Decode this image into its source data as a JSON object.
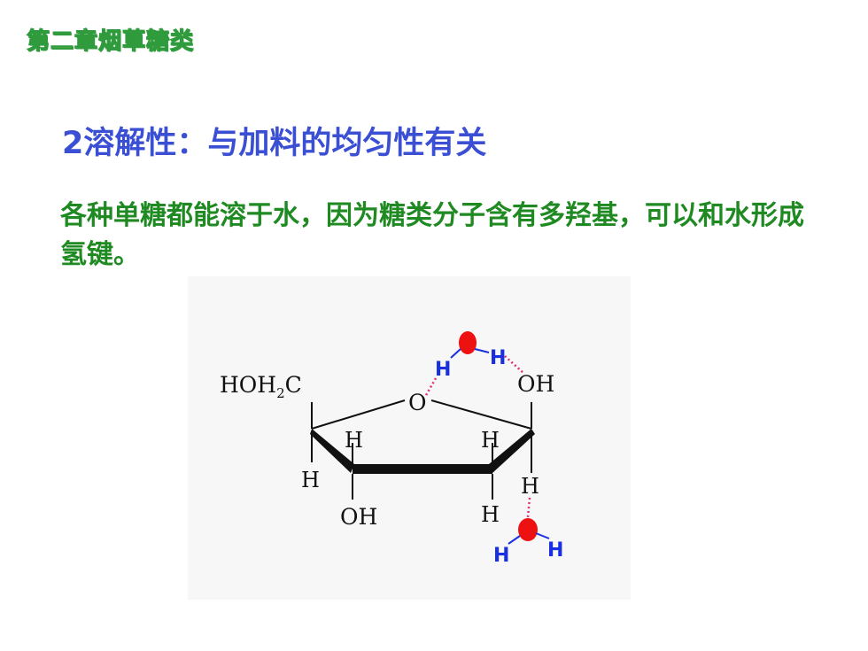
{
  "chapter_title": "第二章烟草糖类",
  "heading": "2溶解性：与加料的均匀性有关",
  "body": "各种单糖都能溶于水，因为糖类分子含有多羟基，可以和水形成氢键。",
  "figure": {
    "labels": {
      "hoh2c_hoh": "HOH",
      "hoh2c_sub": "2",
      "hoh2c_c": "C",
      "ring_o": "O",
      "oh_top": "OH",
      "oh_bottom": "OH",
      "h_left_inner": "H",
      "h_right_inner": "H",
      "h_left_outer": "H",
      "h_right_outer": "H",
      "h_bottom_right": "H"
    },
    "water_top": {
      "h_left": "H",
      "h_right": "H"
    },
    "water_bottom": {
      "h_left": "H",
      "h_right": "H"
    },
    "colors": {
      "oxygen": "#ee1111",
      "hydrogen_label": "#1a2fe0",
      "hbond": "#e0307a"
    }
  }
}
